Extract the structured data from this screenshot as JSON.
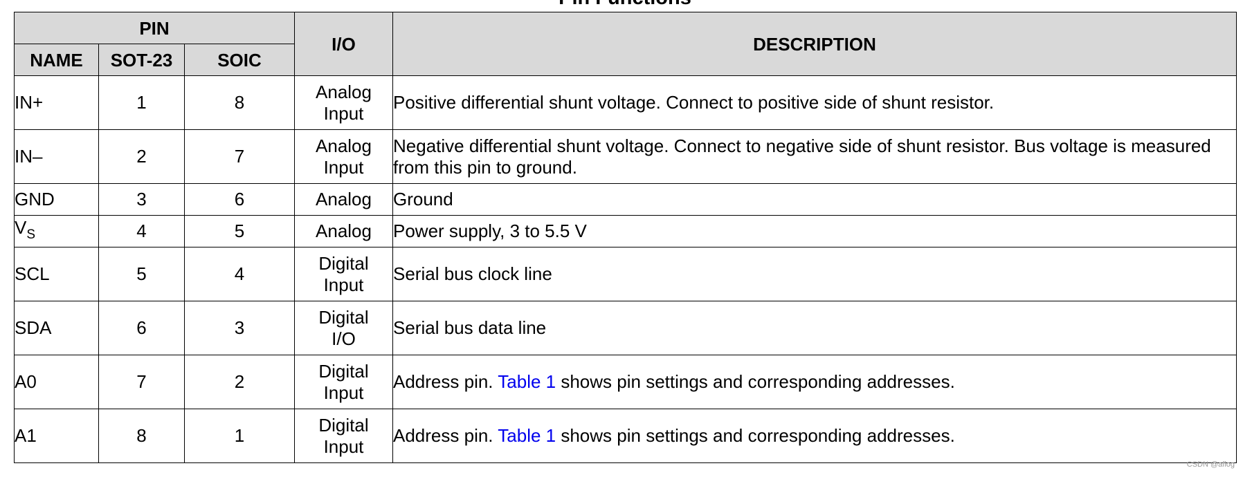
{
  "title": "Pin Functions",
  "header": {
    "pin": "PIN",
    "io": "I/O",
    "description": "DESCRIPTION",
    "name": "NAME",
    "sot23": "SOT-23",
    "soic": "SOIC"
  },
  "rows": [
    {
      "name": "IN+",
      "sot23": "1",
      "soic": "8",
      "io": [
        "Analog",
        "Input"
      ],
      "description": "Positive differential shunt voltage. Connect to positive side of shunt resistor."
    },
    {
      "name": "IN–",
      "sot23": "2",
      "soic": "7",
      "io": [
        "Analog",
        "Input"
      ],
      "description": "Negative differential shunt voltage. Connect to negative side of shunt resistor. Bus voltage is measured from this pin to ground."
    },
    {
      "name": "GND",
      "sot23": "3",
      "soic": "6",
      "io": [
        "Analog"
      ],
      "description": "Ground"
    },
    {
      "name_base": "V",
      "name_sub": "S",
      "sot23": "4",
      "soic": "5",
      "io": [
        "Analog"
      ],
      "description": "Power supply, 3 to 5.5 V"
    },
    {
      "name": "SCL",
      "sot23": "5",
      "soic": "4",
      "io": [
        "Digital",
        "Input"
      ],
      "description": "Serial bus clock line"
    },
    {
      "name": "SDA",
      "sot23": "6",
      "soic": "3",
      "io": [
        "Digital",
        "I/O"
      ],
      "description": "Serial bus data line"
    },
    {
      "name": "A0",
      "sot23": "7",
      "soic": "2",
      "io": [
        "Digital",
        "Input"
      ],
      "description_pre": "Address pin. ",
      "description_link": "Table 1",
      "description_post": " shows pin settings and corresponding addresses."
    },
    {
      "name": "A1",
      "sot23": "8",
      "soic": "1",
      "io": [
        "Digital",
        "Input"
      ],
      "description_pre": "Address pin. ",
      "description_link": "Table 1",
      "description_post": " shows pin settings and corresponding addresses."
    }
  ],
  "colors": {
    "header_bg": "#d9d9d9",
    "link": "#0000ee"
  },
  "watermark": "CSDN @aflog"
}
